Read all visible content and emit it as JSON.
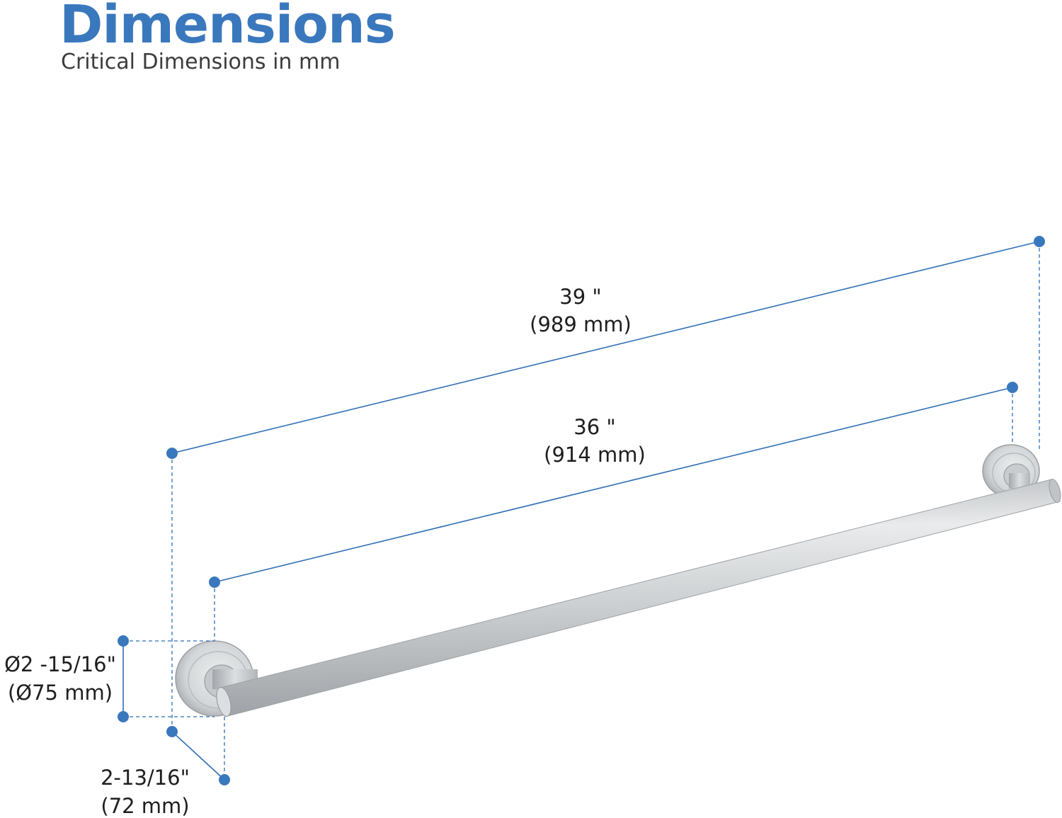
{
  "header": {
    "title": "Dimensions",
    "subtitle": "Critical Dimensions in mm"
  },
  "dimensions": {
    "overall_length": {
      "imperial": "39 \"",
      "metric": "(989 mm)"
    },
    "bar_length": {
      "imperial": "36 \"",
      "metric": "(914 mm)"
    },
    "flange_diameter": {
      "imperial": "Ø2 -15/16\"",
      "metric": "(Ø75 mm)"
    },
    "projection": {
      "imperial": "2-13/16\"",
      "metric": "(72 mm)"
    }
  },
  "colors": {
    "accent": "#3a78bd",
    "dimension_line": "#2f6fb5",
    "metal_light": "#e6e8ea",
    "metal_mid": "#c4c7ca",
    "metal_dark": "#9a9ea2",
    "text": "#1e1e1e"
  }
}
